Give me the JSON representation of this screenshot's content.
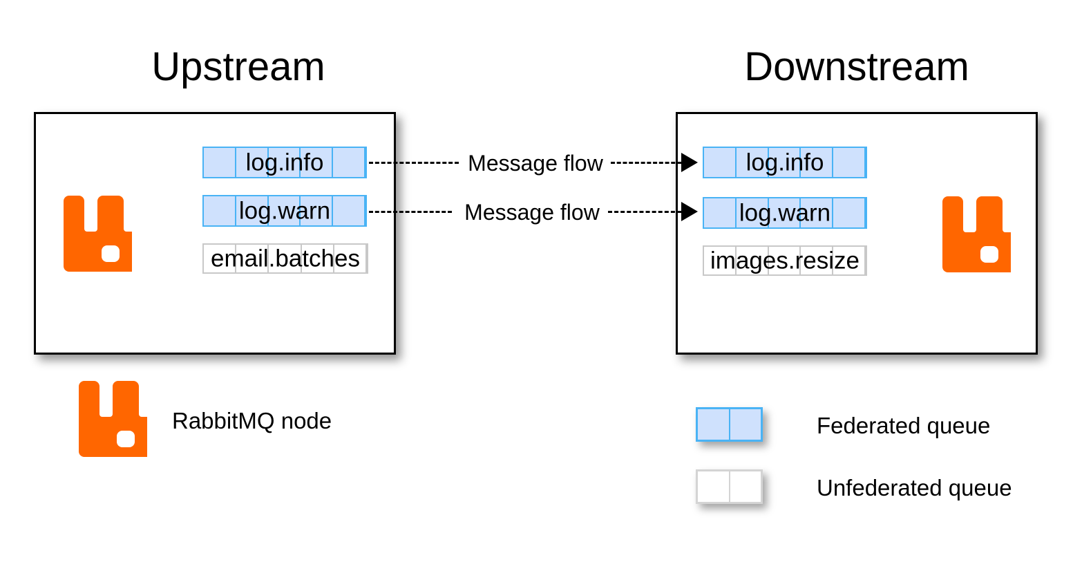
{
  "diagram": {
    "title_upstream": "Upstream",
    "title_downstream": "Downstream"
  },
  "upstream": {
    "logo_name": "rabbitmq-logo",
    "queues": [
      {
        "label": "log.info",
        "federated": true,
        "cells": 5
      },
      {
        "label": "log.warn",
        "federated": true,
        "cells": 5
      },
      {
        "label": "email.batches",
        "federated": false,
        "cells": 5
      }
    ]
  },
  "downstream": {
    "logo_name": "rabbitmq-logo",
    "queues": [
      {
        "label": "log.info",
        "federated": true,
        "cells": 5
      },
      {
        "label": "log.warn",
        "federated": true,
        "cells": 5
      },
      {
        "label": "images.resize",
        "federated": false,
        "cells": 5
      }
    ]
  },
  "flows": [
    {
      "label": "Message flow",
      "from": "log.info",
      "to": "log.info"
    },
    {
      "label": "Message flow",
      "from": "log.warn",
      "to": "log.warn"
    }
  ],
  "legend": {
    "items": [
      {
        "label": "RabbitMQ node",
        "swatch": "rabbitmq-logo"
      },
      {
        "label": "Federated queue",
        "swatch": "blue-queue"
      },
      {
        "label": "Unfederated queue",
        "swatch": "white-queue"
      }
    ]
  },
  "colors": {
    "rabbitmq_orange": "#FF6600",
    "queue_federated_fill": "#CFE1FD",
    "queue_federated_border": "#49B3F5",
    "queue_unfederated_fill": "#FFFFFF",
    "queue_unfederated_border": "#C8C8C8",
    "panel_border": "#000000",
    "background": "#FFFFFF"
  }
}
